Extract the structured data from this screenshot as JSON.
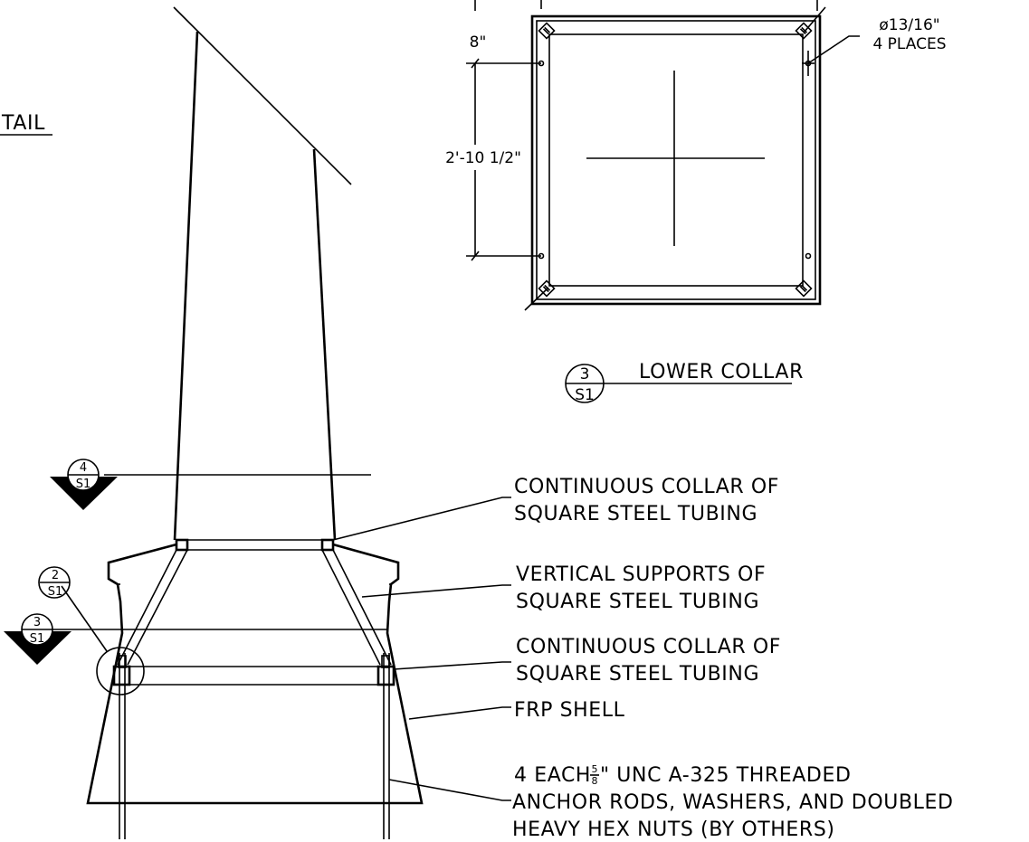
{
  "sheet": "S1",
  "labels": {
    "partial_title": "TAIL",
    "diameter_note": "ø13/16\"",
    "places_note": "4 PLACES",
    "dim_top": "8\"",
    "dim_mid": "2'-10 1/2\"",
    "collar_upper_1": "CONTINUOUS COLLAR OF",
    "collar_upper_2": "SQUARE STEEL TUBING",
    "vertical_1": "VERTICAL SUPPORTS OF",
    "vertical_2": "SQUARE STEEL TUBING",
    "collar_lower_1": "CONTINUOUS COLLAR OF",
    "collar_lower_2": "SQUARE STEEL TUBING",
    "frp": "FRP SHELL",
    "anchor_1a": "4 EACH",
    "anchor_frac_num": "5",
    "anchor_frac_den": "8",
    "anchor_1b": "\" UNC A-325 THREADED",
    "anchor_2": "ANCHOR RODS, WASHERS, AND DOUBLED",
    "anchor_3": "HEAVY HEX NUTS    (BY OTHERS)"
  },
  "detail_tags": [
    {
      "num": "3",
      "sheet": "S1",
      "title": "LOWER COLLAR"
    }
  ],
  "section_markers": [
    {
      "num": "4",
      "sheet": "S1"
    },
    {
      "num": "3",
      "sheet": "S1"
    }
  ],
  "callouts": [
    {
      "num": "2",
      "sheet": "S1"
    }
  ]
}
